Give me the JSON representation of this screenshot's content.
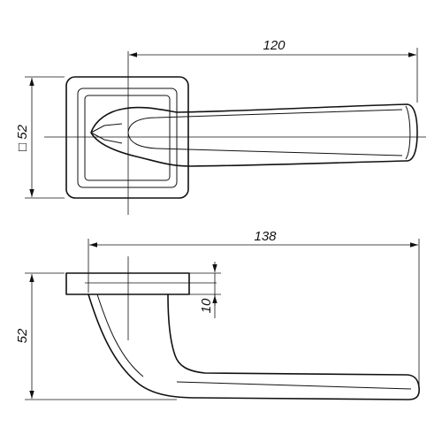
{
  "dimensions": {
    "top_length": "120",
    "rose_size": "□ 52",
    "bottom_length": "138",
    "rose_thickness": "10",
    "side_height": "52"
  },
  "colors": {
    "line": "#111111",
    "background": "#ffffff"
  }
}
